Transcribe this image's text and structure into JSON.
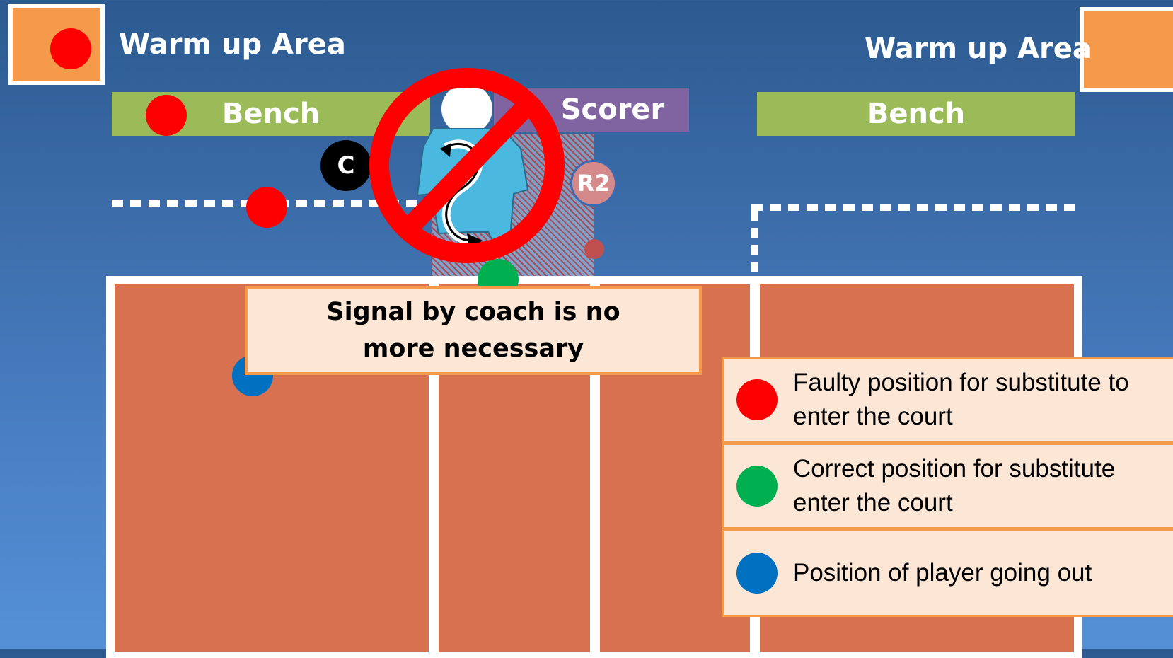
{
  "areas": {
    "warm_up_left": "Warm up Area",
    "warm_up_right": "Warm up Area",
    "bench_left": "Bench",
    "bench_right": "Bench",
    "scorer": "Scorer"
  },
  "officials": {
    "coach": "C",
    "referee": "R2"
  },
  "callout": {
    "text": "Signal by coach is no more necessary"
  },
  "legend": [
    {
      "color": "#ff0000",
      "text": "Faulty position for substitute to enter the court"
    },
    {
      "color": "#00b050",
      "text": "Correct position for substitute enter the court"
    },
    {
      "color": "#0070c0",
      "text": "Position of player going out"
    }
  ],
  "colors": {
    "court": "#d87150",
    "warm_up": "#f59a4a",
    "bench": "#9bbb59",
    "scorer": "#8064a2",
    "prohibited": "#ff0000"
  },
  "icons": [
    "substitution-signal-figure",
    "prohibited-sign"
  ]
}
